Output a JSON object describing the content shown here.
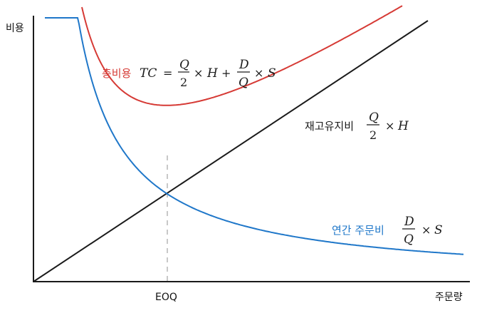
{
  "axes": {
    "y_label": "비용",
    "x_label": "주문량",
    "eoq_label": "EOQ"
  },
  "labels": {
    "total": {
      "name": "총비용",
      "lhs": "TC",
      "eq": "=",
      "q_num": "Q",
      "q_den": "2",
      "times1": "×",
      "h": "H",
      "plus": "+",
      "d_num": "D",
      "d_den": "Q",
      "times2": "×",
      "s": "S"
    },
    "holding": {
      "name": "재고유지비",
      "num": "Q",
      "den": "2",
      "times": "×",
      "var": "H"
    },
    "ordering": {
      "name": "연간 주문비",
      "num": "D",
      "den": "Q",
      "times": "×",
      "var": "S"
    }
  },
  "colors": {
    "total_cost": "#d63a35",
    "ordering_cost": "#1f77c9",
    "holding_cost": "#1a1a1a",
    "axis": "#1a1a1a",
    "eoq_guide": "#c8c8c8"
  }
}
